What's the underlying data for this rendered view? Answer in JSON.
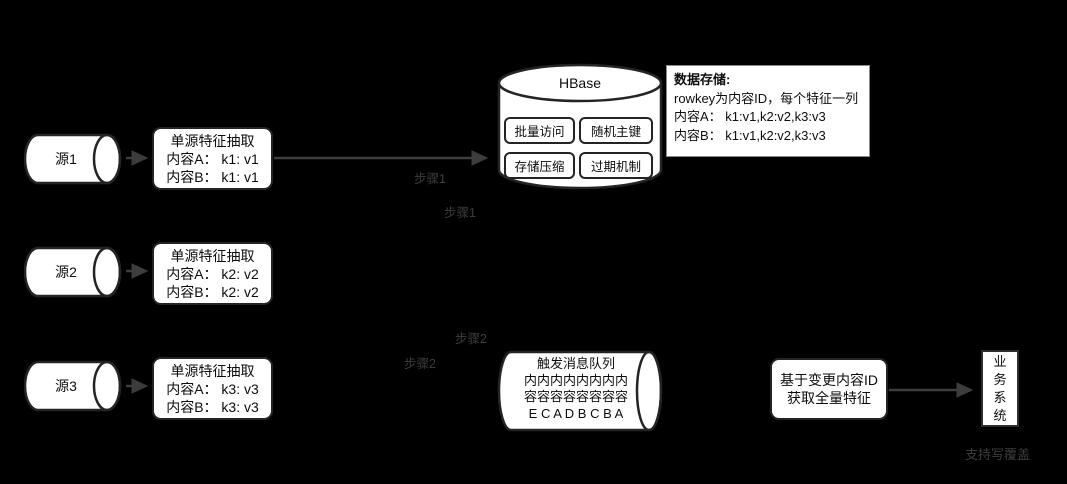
{
  "colors": {
    "background": "#000000",
    "shape_fill": "#ffffff",
    "shape_border": "#242424",
    "arrow": "#3d3d3d",
    "muted_label": "#3d3d3d",
    "text": "#0d0d0d"
  },
  "sources": [
    {
      "label": "源1"
    },
    {
      "label": "源2"
    },
    {
      "label": "源3"
    }
  ],
  "extractors": [
    {
      "title": "单源特征抽取",
      "line_a": "内容A： k1: v1",
      "line_b": "内容B： k1: v1"
    },
    {
      "title": "单源特征抽取",
      "line_a": "内容A： k2: v2",
      "line_b": "内容B： k2: v2"
    },
    {
      "title": "单源特征抽取",
      "line_a": "内容A： k3: v3",
      "line_b": "内容B： k3: v3"
    }
  ],
  "hbase": {
    "title": "HBase",
    "features": [
      "批量访问",
      "随机主键",
      "存储压缩",
      "过期机制"
    ]
  },
  "storage_note": {
    "title": "数据存储:",
    "lines": [
      "rowkey为内容ID，每个特征一列",
      "内容A： k1:v1,k2:v2,k3:v3",
      "内容B： k1:v1,k2:v2,k3:v3"
    ]
  },
  "step_labels": {
    "step1_a": "步骤1",
    "step1_b": "步骤1",
    "step2_a": "步骤2",
    "step2_b": "步骤2"
  },
  "queue": {
    "title": "触发消息队列",
    "rows": [
      "内内内内内内内内",
      "容容容容容容容容",
      "E C A D B C B A"
    ]
  },
  "fetch_box": {
    "line1": "基于变更内容ID",
    "line2": "获取全量特征"
  },
  "business_box": {
    "label": "业务系统"
  },
  "footnote": "支持写覆盖"
}
